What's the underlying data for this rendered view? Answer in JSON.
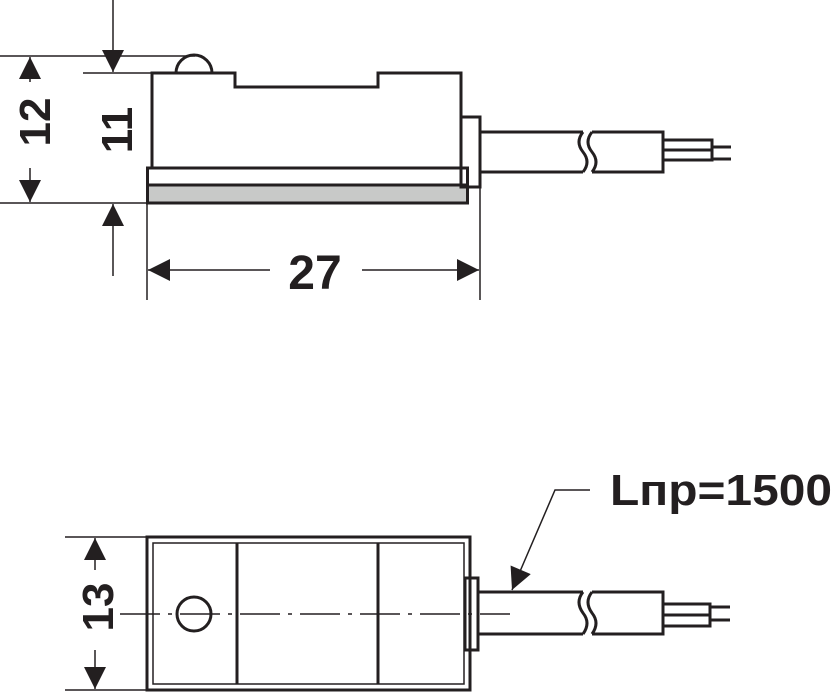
{
  "side_view": {
    "dim_height_total": "12",
    "dim_height_body": "11",
    "dim_length": "27",
    "plate_color": "#c8c9c8"
  },
  "top_view": {
    "dim_width": "13",
    "cable_length_label": "Lпр=1500"
  },
  "colors": {
    "line": "#231f20",
    "background": "#ffffff"
  }
}
